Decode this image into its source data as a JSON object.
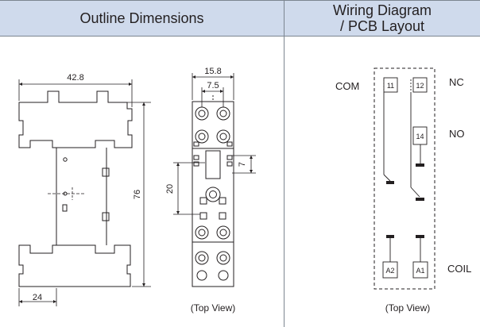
{
  "headers": {
    "left": "Outline Dimensions",
    "right_line1": "Wiring Diagram",
    "right_line2": "/ PCB Layout"
  },
  "outline": {
    "dim_width_top": "42.8",
    "dim_height": "76",
    "dim_bottom": "24",
    "dim_top_view_width": "15.8",
    "dim_pitch": "7.5",
    "dim_spacing_7": "7",
    "dim_spacing_20": "20",
    "caption": "(Top View)"
  },
  "wiring": {
    "label_com": "COM",
    "label_nc": "NC",
    "label_no": "NO",
    "label_coil": "COIL",
    "terminal_11": "11",
    "terminal_12": "12",
    "terminal_14": "14",
    "terminal_a2": "A2",
    "terminal_a1": "A1",
    "caption": "(Top View)"
  }
}
